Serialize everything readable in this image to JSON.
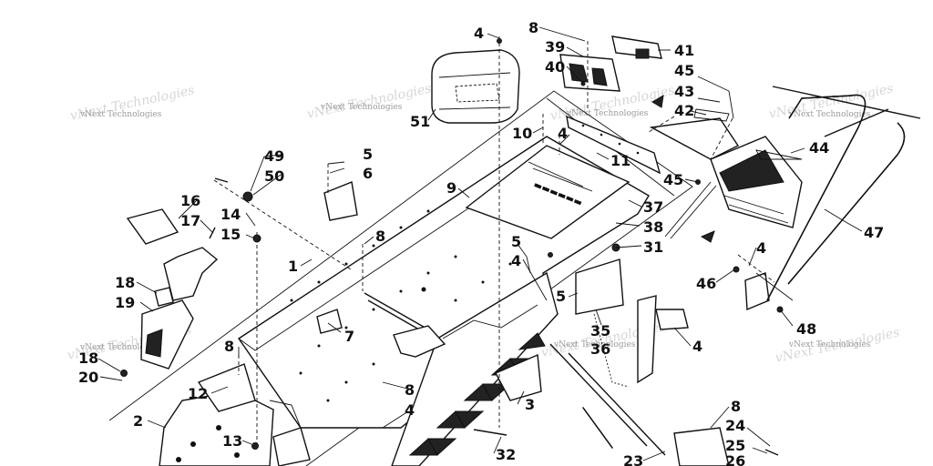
{
  "diagram": {
    "callouts": {
      "c1": "1",
      "c2": "2",
      "c3": "3",
      "c4a": "4",
      "c4b": "4",
      "c4c": "4",
      "c4d": "4",
      "c4e": "4",
      "c4f": "4",
      "c5a": "5",
      "c5b": "5",
      "c5c": "5",
      "c6": "6",
      "c7": "7",
      "c8a": "8",
      "c8b": "8",
      "c8c": "8",
      "c8d": "8",
      "c8e": "8",
      "c9": "9",
      "c10": "10",
      "c11": "11",
      "c12": "12",
      "c13": "13",
      "c14": "14",
      "c15": "15",
      "c16": "16",
      "c17": "17",
      "c18a": "18",
      "c18b": "18",
      "c19": "19",
      "c20": "20",
      "c23": "23",
      "c24": "24",
      "c25": "25",
      "c26": "26",
      "c31": "31",
      "c32": "32",
      "c35": "35",
      "c36": "36",
      "c37": "37",
      "c38": "38",
      "c39": "39",
      "c40": "40",
      "c41": "41",
      "c42": "42",
      "c43": "43",
      "c44": "44",
      "c45a": "45",
      "c45b": "45",
      "c46": "46",
      "c47": "47",
      "c48": "48",
      "c49": "49",
      "c50": "50",
      "c51": "51"
    },
    "watermark": "vNext Technologies"
  }
}
